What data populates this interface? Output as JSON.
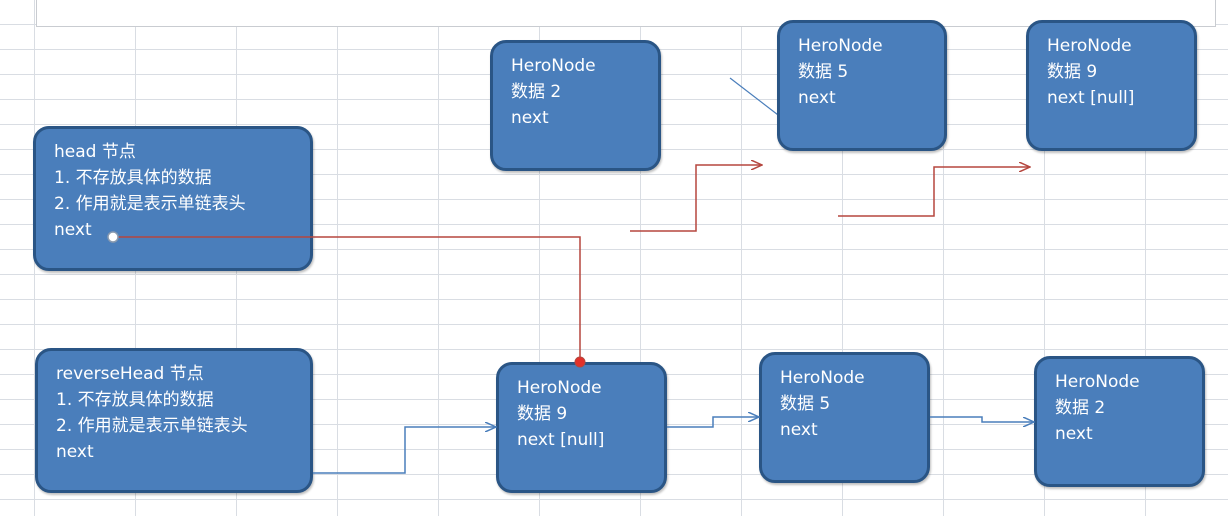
{
  "nodes": {
    "head": {
      "title": "head 节点",
      "desc1": "1. 不存放具体的数据",
      "desc2": "2. 作用就是表示单链表头",
      "next": "next"
    },
    "reverse_head": {
      "title": "reverseHead 节点",
      "desc1": "1. 不存放具体的数据",
      "desc2": "2. 作用就是表示单链表头",
      "next": "next"
    },
    "top_node_2": {
      "type": "HeroNode",
      "data": "数据 2",
      "next": "next"
    },
    "top_node_5": {
      "type": "HeroNode",
      "data": "数据 5",
      "next": "next"
    },
    "top_node_9": {
      "type": "HeroNode",
      "data": "数据 9",
      "next": "next [null]"
    },
    "bottom_node_9": {
      "type": "HeroNode",
      "data": "数据 9",
      "next": "next [null]"
    },
    "bottom_node_5": {
      "type": "HeroNode",
      "data": "数据 5",
      "next": "next"
    },
    "bottom_node_2": {
      "type": "HeroNode",
      "data": "数据 2",
      "next": "next"
    }
  },
  "colors": {
    "node_fill": "#4a7ebb",
    "node_border": "#2a5585",
    "red_link": "#b5473f",
    "blue_link": "#4a7ebb",
    "grid": "#d9dde3"
  }
}
